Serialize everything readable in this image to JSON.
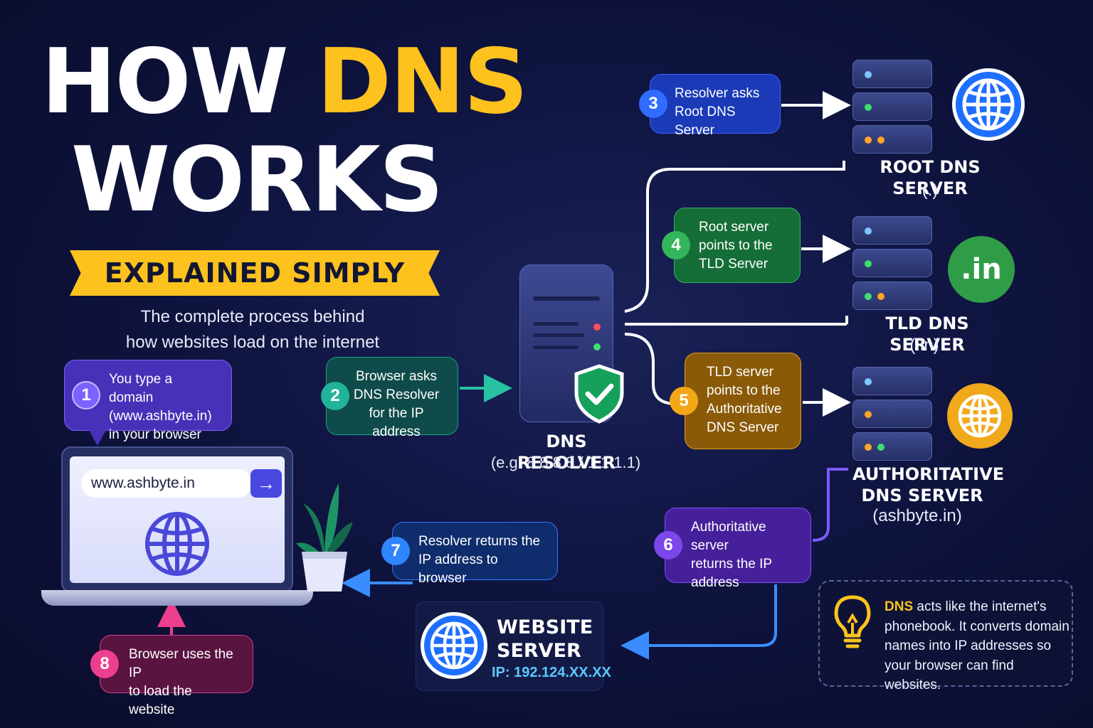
{
  "title": {
    "line1_a": "HOW ",
    "line1_b": "DNS",
    "line2": "WORKS",
    "ribbon": "EXPLAINED SIMPLY",
    "subtitle": "The complete process behind\nhow websites load on the internet"
  },
  "steps": [
    {
      "num": "1",
      "text": "You type a domain\n(www.ashbyte.in)\nin your browser"
    },
    {
      "num": "2",
      "text": "Browser asks\nDNS Resolver\nfor the IP address"
    },
    {
      "num": "3",
      "text": "Resolver asks\nRoot DNS Server"
    },
    {
      "num": "4",
      "text": "Root server\npoints to the\nTLD Server"
    },
    {
      "num": "5",
      "text": "TLD server\npoints to the\nAuthoritative\nDNS Server"
    },
    {
      "num": "6",
      "text": "Authoritative server\nreturns the IP\naddress"
    },
    {
      "num": "7",
      "text": "Resolver returns the\nIP address to browser"
    },
    {
      "num": "8",
      "text": "Browser uses the IP\nto load the website"
    }
  ],
  "resolver": {
    "label": "DNS RESOLVER",
    "sub": "(e.g. 8.8.8.8 / 1.1.1.1)"
  },
  "servers": {
    "root": {
      "label": "ROOT DNS SERVER",
      "sub": "(.)"
    },
    "tld": {
      "label": "TLD DNS SERVER",
      "sub": "(.in)",
      "badge": ".in"
    },
    "auth": {
      "label": "AUTHORITATIVE\nDNS SERVER",
      "sub": "(ashbyte.in)"
    }
  },
  "browser": {
    "url": "www.ashbyte.in",
    "go_icon": "arrow-right-icon"
  },
  "website": {
    "title": "WEBSITE\nSERVER",
    "ip": "IP: 192.124.XX.XX"
  },
  "note": {
    "keyword": "DNS",
    "text": " acts like the internet's phonebook. It converts domain names into IP addresses so your browser can find websites."
  },
  "colors": {
    "accent_yellow": "#fdc21e",
    "background": "#0f1440",
    "step1": "#4631b8",
    "step2": "#0f4b4a",
    "step3": "#1b3ab8",
    "step4": "#156e37",
    "step5": "#8a5a08",
    "step6": "#46209a",
    "step7": "#0f2c6c",
    "step8": "#5a1440"
  },
  "icons": [
    "globe-icon",
    "shield-check-icon",
    "server-icon",
    "lightbulb-icon",
    "plant-icon",
    "laptop-icon"
  ]
}
